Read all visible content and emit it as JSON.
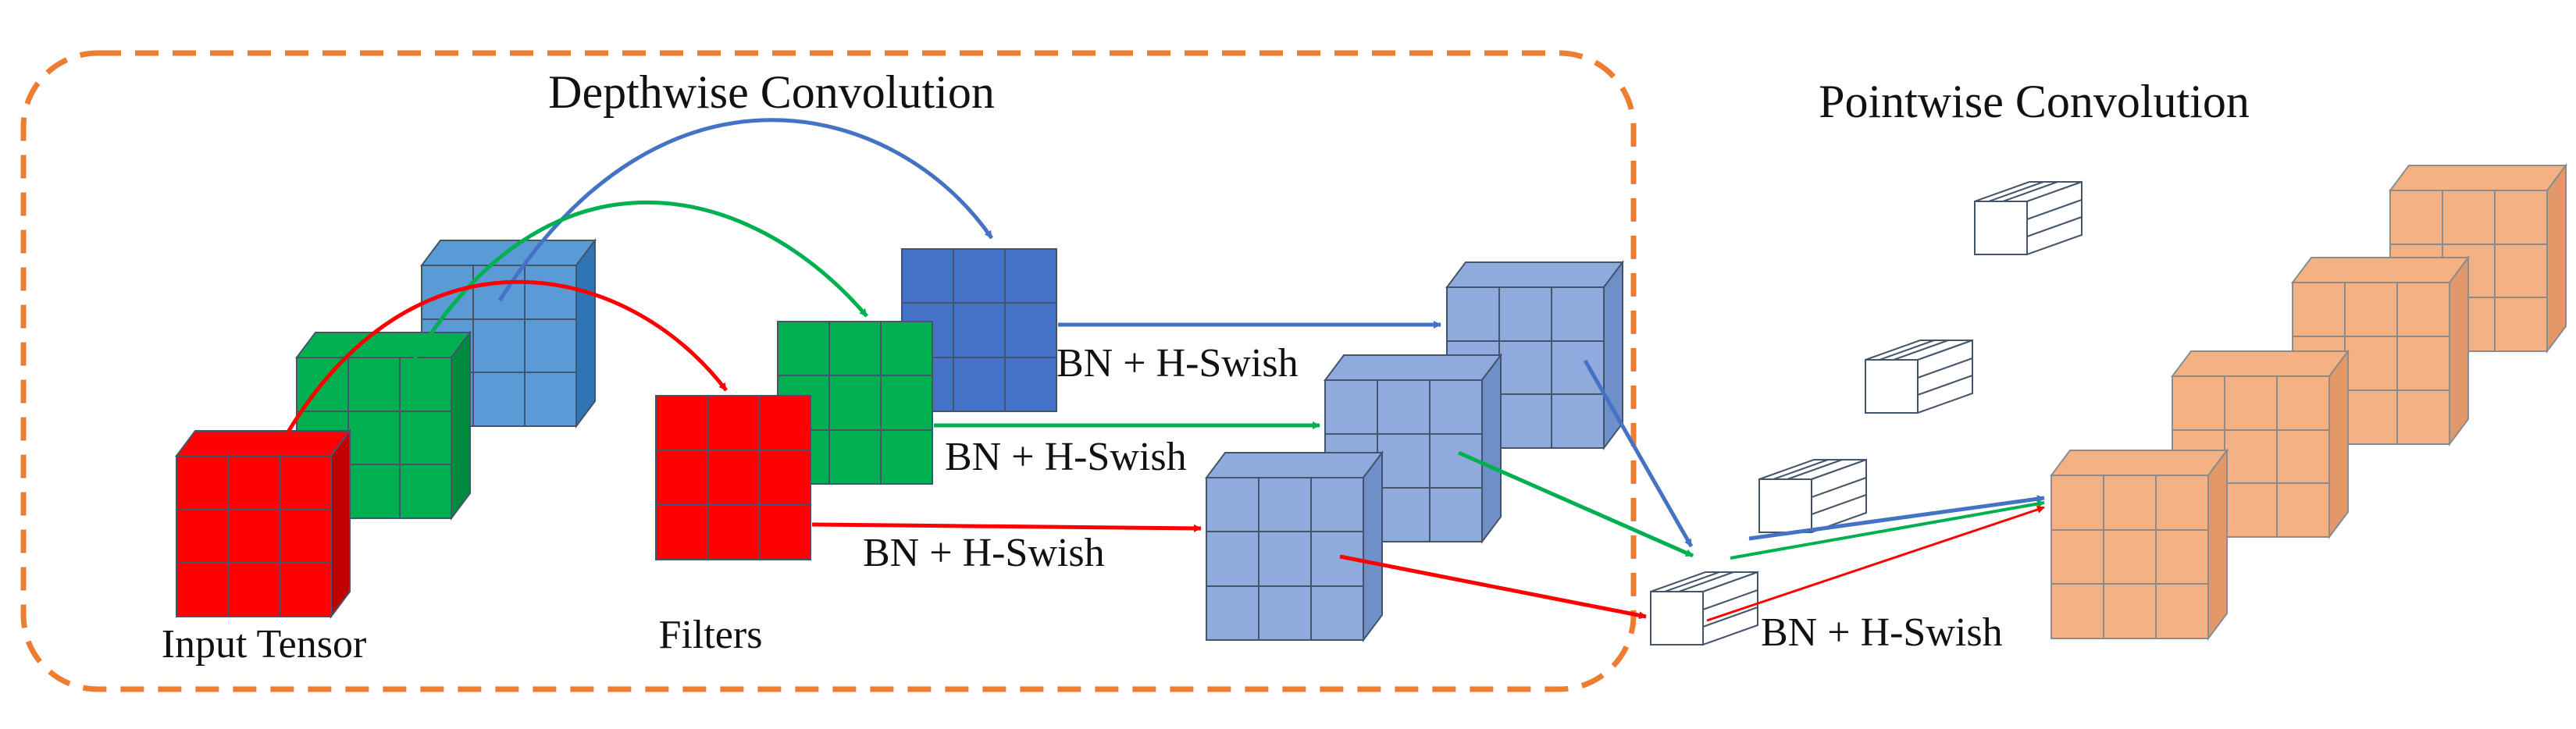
{
  "labels": {
    "depthwise_title": "Depthwise Convolution",
    "pointwise_title": "Pointwise Convolution",
    "input_tensor": "Input Tensor",
    "filters": "Filters",
    "bn_hswish_1": "BN + H-Swish",
    "bn_hswish_2": "BN + H-Swish",
    "bn_hswish_3": "BN + H-Swish",
    "bn_hswish_4": "BN + H-Swish"
  },
  "colors": {
    "red": "#ff0000",
    "green": "#00b050",
    "blue_input": "#5b9bd5",
    "blue_filter": "#4472c4",
    "light_blue": "#8faadc",
    "orange": "#f4b183",
    "dashed_border": "#ed7d31",
    "arrow_blue": "#4472c4",
    "arrow_green": "#00b050",
    "arrow_red": "#ff0000",
    "grid_line": "#44546a"
  }
}
